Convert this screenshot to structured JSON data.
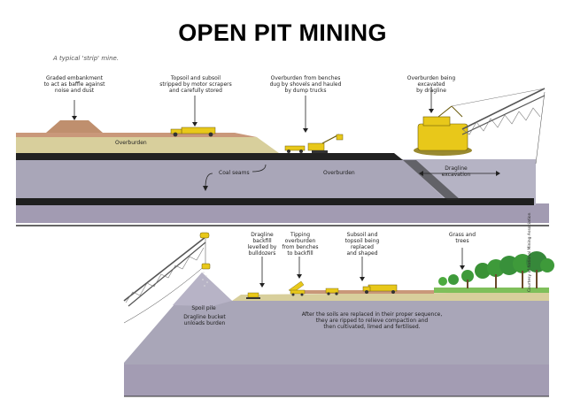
{
  "title": "OPEN PIT  MINING",
  "subtitle": "A typical 'strip' mine.",
  "top_panel": {
    "labels": {
      "embankment": [
        "Graded embankment",
        "to act as baffle against",
        "noise and dust"
      ],
      "topsoil": [
        "Topsoil and subsoil",
        "stripped by motor scrapers",
        "and carefully stored"
      ],
      "benches": [
        "Overburden from benches",
        "dug by shovels and hauled",
        "by dump trucks"
      ],
      "dragline_excavated": [
        "Overburden being excavated",
        "by dragline"
      ],
      "overburden_upper": "Overburden",
      "coal_seams": "Coal seams",
      "overburden_lower": "Overburden",
      "dragline_excavation": [
        "Dragline",
        "excavation"
      ]
    }
  },
  "bottom_panel": {
    "labels": {
      "dragline_backfill": [
        "Dragline",
        "backfill",
        "levelled by",
        "bulldozers"
      ],
      "tipping": [
        "Tipping",
        "overburden",
        "from benches",
        "to backfill"
      ],
      "subsoil": [
        "Subsoil and",
        "topsoil being",
        "replaced",
        "and shaped"
      ],
      "grass": [
        "Grass and",
        "trees"
      ],
      "spoil_pile": "Spoil pile",
      "dragline_bucket": [
        "Dragline bucket",
        "unloads burden"
      ],
      "after_soils": [
        "After the soils are replaced in their proper sequence,",
        "they are ripped to relieve compaction and",
        "then cultivated, limed and fertilised."
      ]
    },
    "credit": "Courtesy of National Mining Association"
  },
  "colors": {
    "ground_gray": "#a9a6b8",
    "ground_dark": "#8f8aa0",
    "coal": "#1f1f1f",
    "overburden": "#d8cf9c",
    "topsoil": "#c9987a",
    "embankment": "#bf8f6e",
    "machine": "#e8c81a",
    "trees": "#3e9a3a",
    "grass": "#7fbf5a"
  }
}
